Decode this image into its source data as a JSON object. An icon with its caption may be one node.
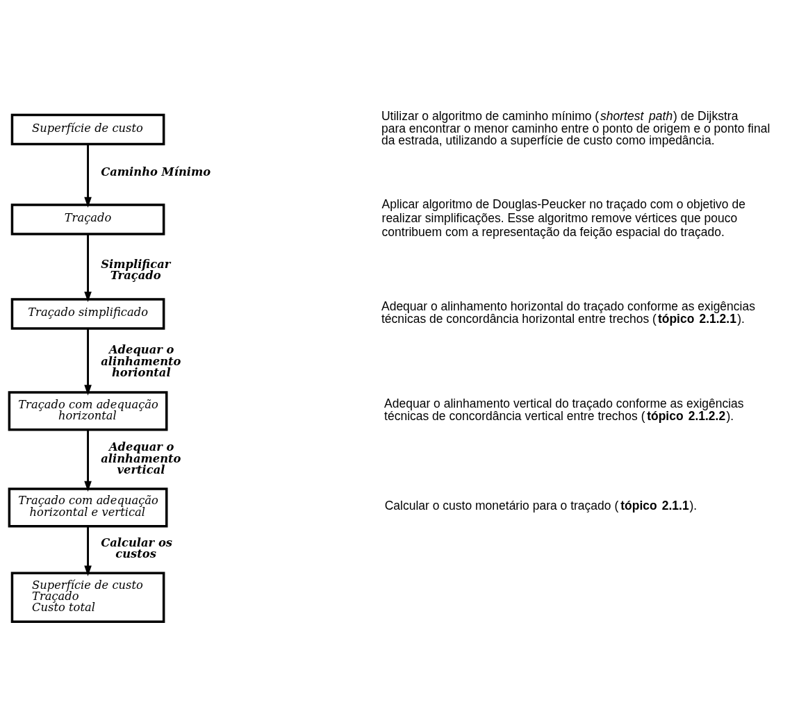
{
  "diagram": {
    "nodes": [
      {
        "text": [
          "Superfície de custo"
        ]
      },
      {
        "text": [
          "Traçado"
        ]
      },
      {
        "text": [
          "Traçado simplificado"
        ]
      },
      {
        "text": [
          "Traçado com adequação horizontal"
        ]
      },
      {
        "text": [
          "Traçado com adequação horizontal e vertical"
        ]
      },
      {
        "text": [
          "Superfície de custo",
          "Traçado",
          "Custo total"
        ]
      }
    ],
    "edges": [
      {
        "from": 0,
        "to": 1,
        "arrow": "to",
        "label": "Caminho Mínimo"
      },
      {
        "from": 1,
        "to": 2,
        "arrow": "to",
        "label": "Simplificar Traçado"
      },
      {
        "from": 2,
        "to": 3,
        "arrow": "to",
        "label": "Adequar o alinhamento horiontal"
      },
      {
        "from": 3,
        "to": 4,
        "arrow": "to",
        "label": "Adequar o alinhamento vertical"
      },
      {
        "from": 4,
        "to": 5,
        "arrow": "to",
        "label": "Calcular os custos"
      }
    ],
    "labels": [
      "Utilizar o algoritmo de caminho mínimo (*shortest path*) de Dijkstra para encontrar o menor caminho entre o ponto de origem e o ponto final da estrada, utilizando a superfície de custo como impedância.",
      "Aplicar algoritmo de Douglas-Peucker no traçado com o objetivo de realizar simplificações. Esse algoritmo remove vértices que pouco contribuem com a representação da feição espacial do traçado.",
      "Adequar o alinhamento horizontal do traçado conforme as exigências técnicas de concordância horizontal entre trechos (**tópico 2.1.2.1**).",
      "Adequar o alinhamento vertical do traçado conforme as exigências técnicas de concordância vertical entre trechos (**tópico 2.1.2.2**).",
      "Calcular o custo monetário para o traçado (**tópico 2.1.1**)."
    ]
  }
}
